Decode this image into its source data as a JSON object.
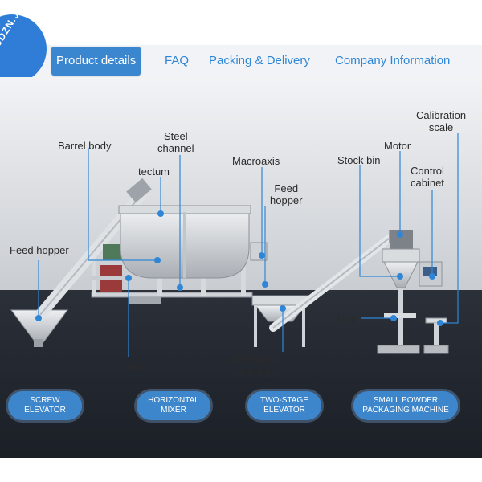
{
  "header": {
    "badge_text": "JDZN.JD",
    "tabs": [
      {
        "label": "Product  details",
        "active": true
      },
      {
        "label": "FAQ",
        "active": false
      },
      {
        "label": "Packing & Delivery",
        "active": false
      },
      {
        "label": "Company  Information",
        "active": false
      }
    ]
  },
  "labels": {
    "barrel_body": "Barrel body",
    "steel_channel_1": "Steel",
    "steel_channel_2": "channel",
    "tectum": "tectum",
    "macroaxis": "Macroaxis",
    "feed_hopper_right_1": "Feed",
    "feed_hopper_right_2": "hopper",
    "feed_hopper_left": "Feed hopper",
    "motor_left": "Motor",
    "discharge_1": "Discharge",
    "discharge_2": "opening",
    "stock_bin": "Stock bin",
    "motor_right": "Motor",
    "control_cabinet_1": "Control",
    "control_cabinet_2": "cabinet",
    "calibration_1": "Calibration",
    "calibration_2": "scale",
    "tray": "Tray"
  },
  "pills": [
    {
      "line1": "SCREW",
      "line2": "ELEVATOR"
    },
    {
      "line1": "HORIZONTAL",
      "line2": "MIXER"
    },
    {
      "line1": "TWO-STAGE",
      "line2": "ELEVATOR"
    },
    {
      "line1": "SMALL POWDER",
      "line2": "PACKAGING MACHINE"
    }
  ],
  "colors": {
    "accent": "#3a86cf",
    "tab_text": "#2f86d6",
    "wall_top": "#eceef0",
    "floor": "#232830",
    "pointer": "#2f86d6"
  }
}
